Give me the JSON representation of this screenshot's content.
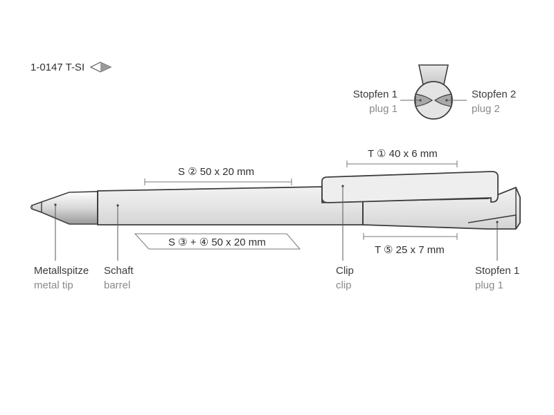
{
  "product_code": "1-0147 T-SI",
  "plugs": {
    "left": {
      "de": "Stopfen 1",
      "en": "plug 1"
    },
    "right": {
      "de": "Stopfen 2",
      "en": "plug 2"
    }
  },
  "print_areas": {
    "s2": "S ② 50 x 20 mm",
    "s34": "S ③ + ④ 50 x 20 mm",
    "t1": "T ① 40 x 6 mm",
    "t5": "T ⑤ 25 x 7 mm"
  },
  "parts": {
    "metal_tip": {
      "de": "Metallspitze",
      "en": "metal tip"
    },
    "barrel": {
      "de": "Schaft",
      "en": "barrel"
    },
    "clip": {
      "de": "Clip",
      "en": "clip"
    },
    "plug": {
      "de": "Stopfen 1",
      "en": "plug 1"
    }
  },
  "colors": {
    "line": "#3c3c3c",
    "body": "#e6e6e6",
    "light": "#eeeeee",
    "grey_text": "#8a8a8a"
  }
}
